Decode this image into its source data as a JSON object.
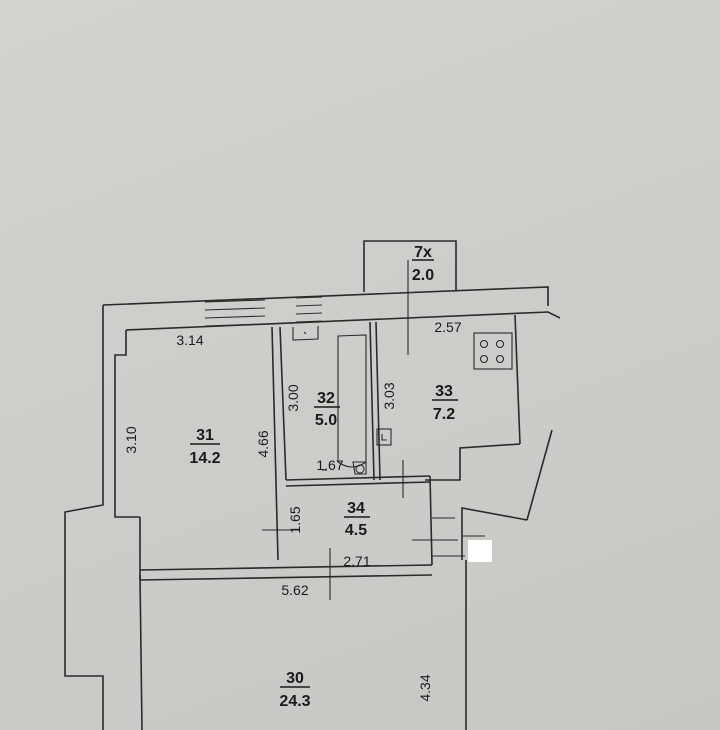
{
  "rooms": {
    "r7x": {
      "num": "7x",
      "area": "2.0"
    },
    "r31": {
      "num": "31",
      "area": "14.2"
    },
    "r32": {
      "num": "32",
      "area": "5.0"
    },
    "r33": {
      "num": "33",
      "area": "7.2"
    },
    "r34": {
      "num": "34",
      "area": "4.5"
    },
    "r30": {
      "num": "30",
      "area": "24.3"
    }
  },
  "dims": {
    "d314": "3.14",
    "d310": "3.10",
    "d466": "4.66",
    "d300": "3.00",
    "d303": "3.03",
    "d257": "2.57",
    "d167": "1.67",
    "d165": "1.65",
    "d271": "2.71",
    "d562": "5.62",
    "d434": "4.34"
  },
  "colors": {
    "paper": "#d2d0cd",
    "ink": "#2a2a2a"
  }
}
